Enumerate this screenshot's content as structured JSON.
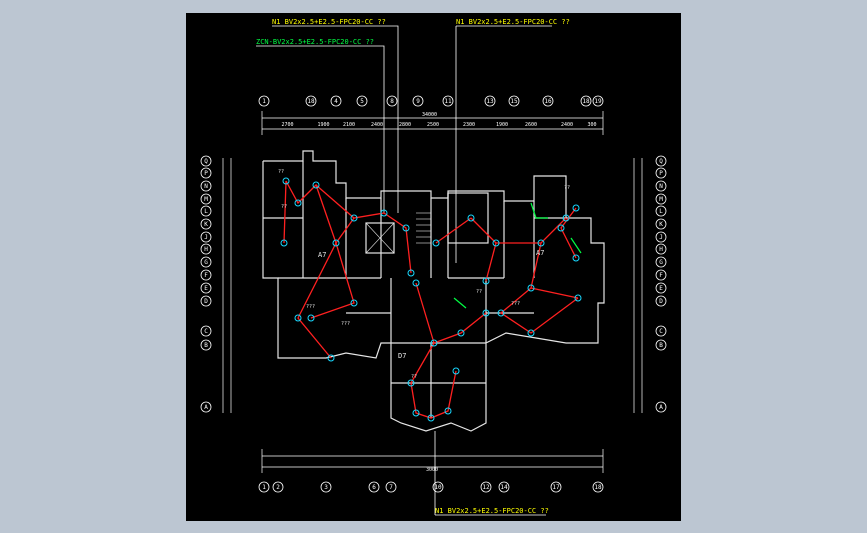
{
  "drawing": {
    "background": "#000000",
    "page_background": "#bcc6d2",
    "colors": {
      "wire": "#ff2020",
      "wall": "#e6e6e6",
      "fixture": "#18d8ff",
      "leader": "#ffffff",
      "annotation_yellow": "#ffff00",
      "annotation_green": "#00ff44",
      "grid": "#ffffff"
    },
    "circuit_labels": {
      "top_right": "N1 BV2x2.5+E2.5-FPC20-CC ??",
      "top_mid": "N1 BV2x2.5+E2.5-FPC20-CC ??",
      "top_left": "ZCN-BV2x2.5+E2.5-FPC20-CC ??",
      "bottom": "N1 BV2x2.5+E2.5-FPC20-CC ??"
    },
    "top_axis_labels": [
      "1",
      "18",
      "4",
      "5",
      "8",
      "9",
      "11",
      "13",
      "15",
      "16",
      "18",
      "19"
    ],
    "top_dimensions": [
      "2700",
      "1900",
      "2100",
      "2400",
      "2800",
      "2500",
      "2300",
      "1900",
      "2600",
      "2400",
      "300"
    ],
    "top_total": "34000",
    "bottom_axis_labels": [
      "1",
      "2",
      "3",
      "6",
      "7",
      "10",
      "12",
      "14",
      "17",
      "18"
    ],
    "bottom_total": "3000",
    "side_axis_labels": [
      "Q",
      "P",
      "N",
      "M",
      "L",
      "K",
      "J",
      "H",
      "G",
      "F",
      "E",
      "D",
      "C",
      "B",
      "A"
    ],
    "unit_labels": [
      "A7",
      "A7",
      "D7"
    ],
    "room_labels": [
      "??",
      "???",
      "??",
      "???",
      "??",
      "???",
      "??",
      "??"
    ]
  }
}
